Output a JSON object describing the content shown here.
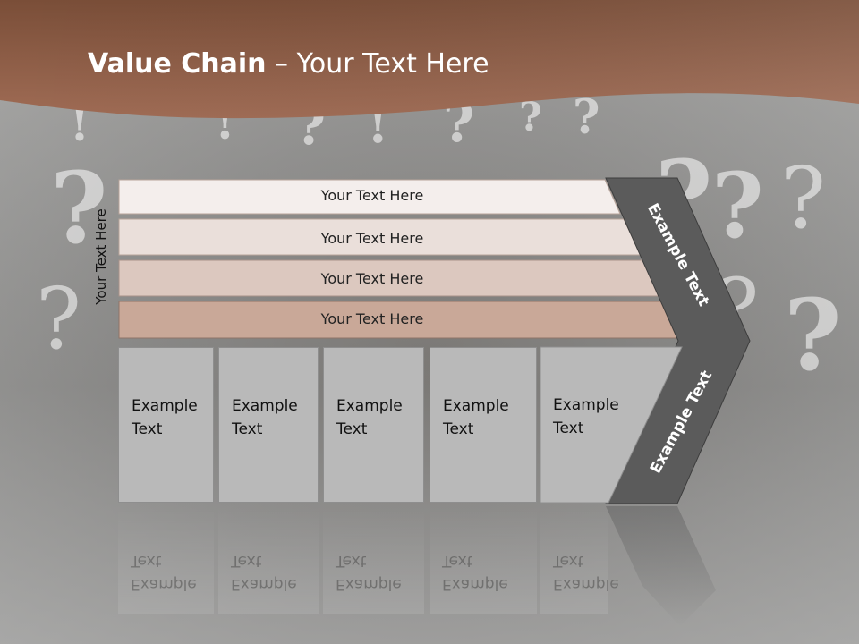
{
  "header": {
    "title_bold": "Value Chain",
    "title_rest": " – Your Text Here"
  },
  "diagram": {
    "side_label": "Your Text Here",
    "rows": [
      "Your Text Here",
      "Your Text Here",
      "Your Text Here",
      "Your Text Here"
    ],
    "boxes": [
      "Example\nText",
      "Example\nText",
      "Example\nText",
      "Example\nText",
      "Example\nText"
    ],
    "chevron_upper": "Example Text",
    "chevron_lower": "Example Text"
  },
  "colors": {
    "header_brown": "#8a5a44",
    "row_1": "#f4eeec",
    "row_2": "#eadfda",
    "row_3": "#dcc8bf",
    "row_4": "#c9a898",
    "chevron": "#5b5b5b",
    "box": "#b9b9b9"
  }
}
